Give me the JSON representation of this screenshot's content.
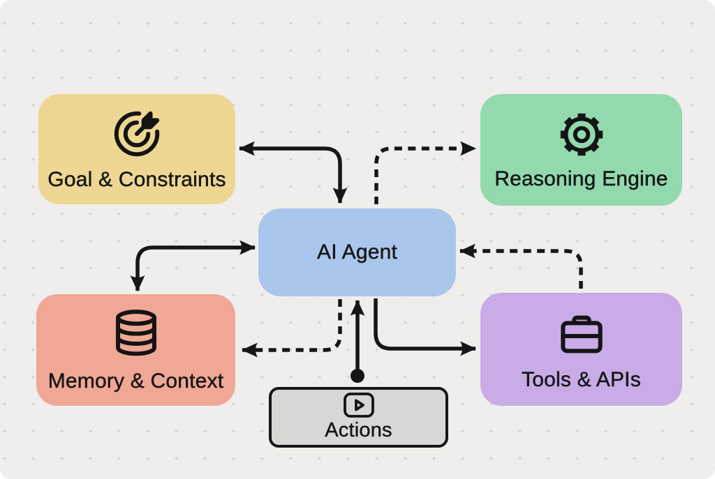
{
  "diagram": {
    "background_color": "#efeeec",
    "dot_grid_color": "#d4d4d3",
    "stroke_color": "#161616",
    "nodes": {
      "goal": {
        "label": "Goal & Constraints",
        "color": "#edd792",
        "icon": "target-icon"
      },
      "reasoning": {
        "label": "Reasoning Engine",
        "color": "#92d9ad",
        "icon": "gear-icon"
      },
      "agent": {
        "label": "AI Agent",
        "color": "#abc6ec",
        "icon": ""
      },
      "memory": {
        "label": "Memory & Context",
        "color": "#f0a795",
        "icon": "database-icon"
      },
      "tools": {
        "label": "Tools & APIs",
        "color": "#c9abe7",
        "icon": "briefcase-icon"
      },
      "actions": {
        "label": "Actions",
        "color": "#d8d7d5",
        "icon": "play-icon"
      }
    },
    "edges": [
      {
        "from": "agent",
        "to": "goal",
        "style": "solid",
        "arrows": "both"
      },
      {
        "from": "agent",
        "to": "reasoning",
        "style": "dashed",
        "arrows": "end"
      },
      {
        "from": "agent",
        "to": "memory",
        "style": "solid",
        "arrows": "both"
      },
      {
        "from": "agent",
        "to": "memory",
        "style": "dashed",
        "arrows": "end"
      },
      {
        "from": "agent",
        "to": "tools",
        "style": "solid",
        "arrows": "end"
      },
      {
        "from": "tools",
        "to": "agent",
        "style": "dashed",
        "arrows": "end"
      },
      {
        "from": "actions",
        "to": "agent",
        "style": "solid",
        "arrows": "end"
      }
    ]
  }
}
